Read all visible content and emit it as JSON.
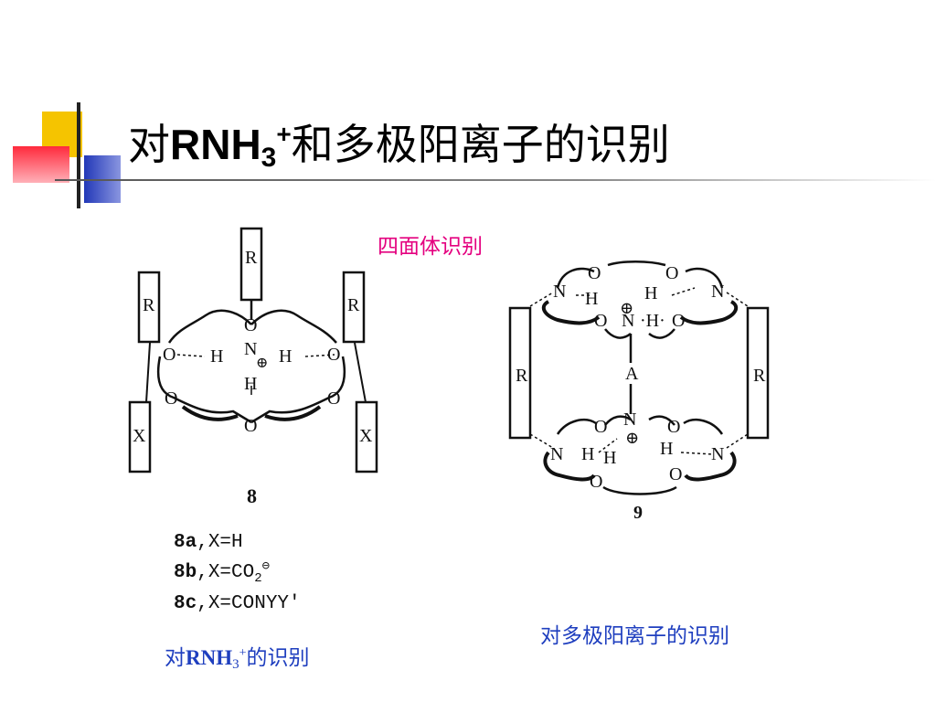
{
  "title": {
    "prefix": "对",
    "formula_main": "RNH",
    "formula_sub": "3",
    "formula_sup": "+",
    "suffix": "和多极阳离子的识别"
  },
  "labels": {
    "tetrahedral": "四面体识别",
    "multi_cation": "对多极阳离子的识别",
    "rnh_prefix": "对",
    "rnh_main": "RNH",
    "rnh_sub": "3",
    "rnh_sup": "+",
    "rnh_suffix": "的识别"
  },
  "structure8": {
    "number": "8",
    "variants": [
      {
        "id": "8a",
        "text": ",X=H"
      },
      {
        "id": "8b",
        "text": ",X=CO",
        "sub": "2",
        "sup": "⊖"
      },
      {
        "id": "8c",
        "text": ",X=CONYY′"
      }
    ]
  },
  "structure9": {
    "number": "9"
  },
  "colors": {
    "tetrahedral": "#e4007f",
    "caption": "#1f3fbf",
    "deco_yellow": "#f5c400",
    "deco_blue": "#2a3fb0",
    "deco_red": "#ff3040"
  }
}
